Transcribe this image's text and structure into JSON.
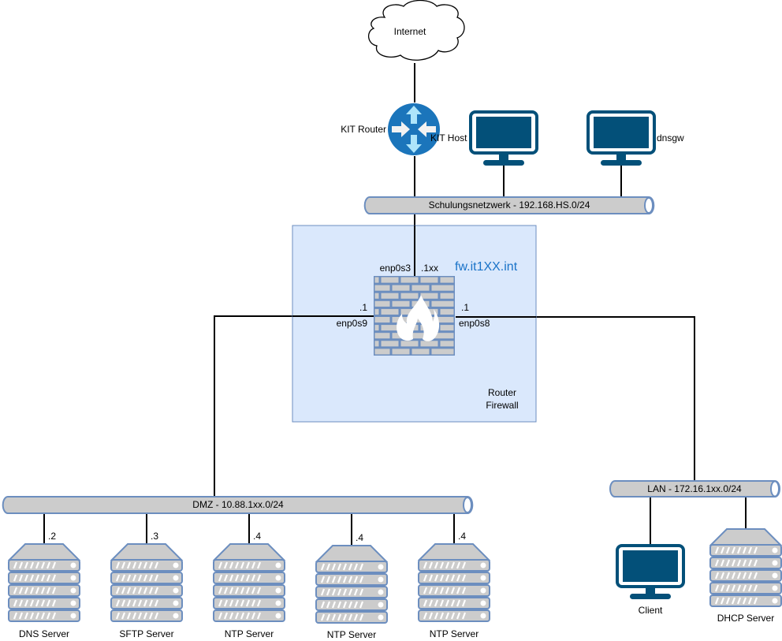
{
  "colors": {
    "line": "#000000",
    "bus_fill": "#cccccc",
    "bus_stroke": "#6c8ebf",
    "zone_fill": "#dae8fc",
    "zone_stroke": "#6c8ebf",
    "monitor": "#035079",
    "router": "#1b75bb",
    "router_arrow": "#aee5fa",
    "server_fill": "#cccccc",
    "server_stroke": "#6c8ebf",
    "firewall_brick": "#cccccc",
    "firewall_mortar": "#6c8ebf",
    "hostname": "#1a73c8"
  },
  "internet": {
    "label": "Internet",
    "icon": "cloud-icon"
  },
  "kit_router": {
    "label": "KIT Router",
    "icon": "router-icon"
  },
  "kit_host": {
    "label": "KIT Host",
    "icon": "monitor-icon"
  },
  "dnsgw": {
    "label": "dnsgw",
    "icon": "monitor-icon"
  },
  "schulungsnetz": {
    "label": "Schulungsnetzwerk - 192.168.HS.0/24"
  },
  "firewall_zone": {
    "hostname": "fw.it1XX.int",
    "label_line1": "Router",
    "label_line2": "Firewall",
    "icon": "firewall-icon",
    "interfaces": {
      "wan": {
        "name": "enp0s3",
        "addr": ".1xx"
      },
      "dmz": {
        "name": "enp0s9",
        "addr": ".1"
      },
      "lan": {
        "name": "enp0s8",
        "addr": ".1"
      }
    }
  },
  "dmz": {
    "label": "DMZ - 10.88.1xx.0/24",
    "servers": [
      {
        "label": "DNS Server",
        "addr": ".2"
      },
      {
        "label": "SFTP Server",
        "addr": ".3"
      },
      {
        "label": "NTP Server",
        "addr": ".4"
      },
      {
        "label": "NTP Server",
        "addr": ".4"
      },
      {
        "label": "NTP Server",
        "addr": ".4"
      }
    ]
  },
  "lan": {
    "label": "LAN - 172.16.1xx.0/24",
    "client": {
      "label": "Client",
      "icon": "monitor-icon"
    },
    "dhcp": {
      "label": "DHCP Server",
      "icon": "server-icon"
    }
  }
}
